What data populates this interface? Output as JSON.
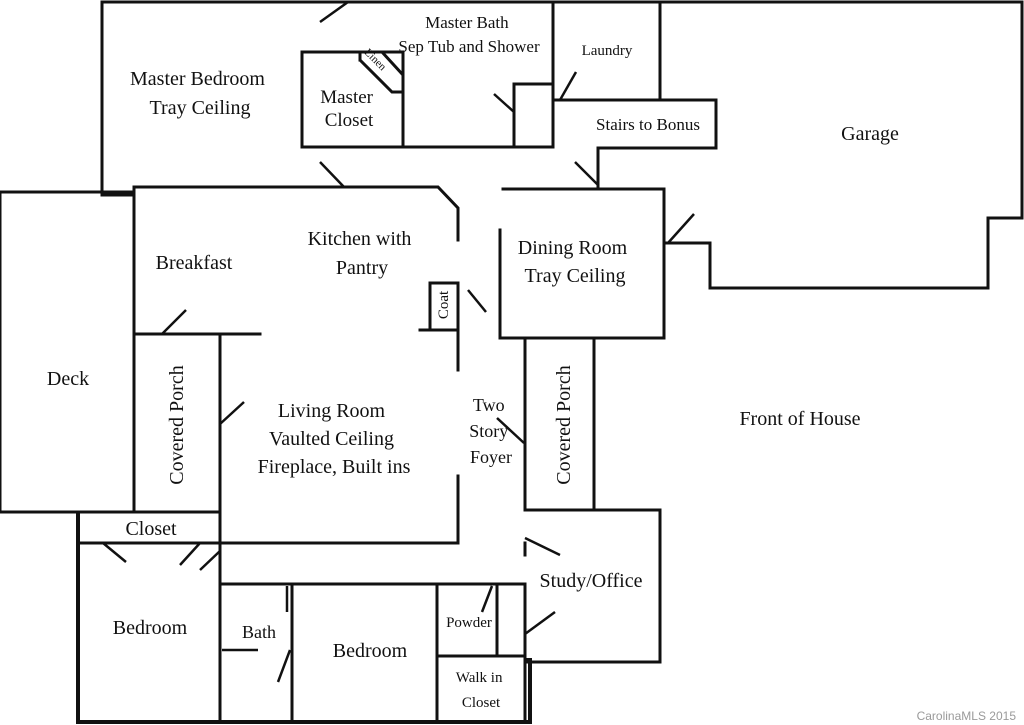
{
  "rooms": {
    "master_bedroom": [
      "Master Bedroom",
      "Tray Ceiling"
    ],
    "master_bath": [
      "Master Bath",
      "Sep Tub and Shower"
    ],
    "laundry": "Laundry",
    "master_closet": [
      "Master",
      "Closet"
    ],
    "linen": "Linen",
    "stairs": "Stairs to Bonus",
    "garage": "Garage",
    "kitchen": [
      "Kitchen with",
      "Pantry"
    ],
    "breakfast": "Breakfast",
    "coat": "Coat",
    "dining": [
      "Dining Room",
      "Tray Ceiling"
    ],
    "deck": "Deck",
    "covered_porch_left": "Covered Porch",
    "covered_porch_right": "Covered Porch",
    "living": [
      "Living Room",
      "Vaulted Ceiling",
      "Fireplace, Built ins"
    ],
    "foyer": [
      "Two",
      "Story",
      "Foyer"
    ],
    "front_of_house": "Front of House",
    "closet": "Closet",
    "study": "Study/Office",
    "bedroom_left": "Bedroom",
    "bath": "Bath",
    "bedroom_mid": "Bedroom",
    "powder": "Powder",
    "walk_in_closet": [
      "Walk in",
      "Closet"
    ]
  },
  "credit": "CarolinaMLS 2015"
}
